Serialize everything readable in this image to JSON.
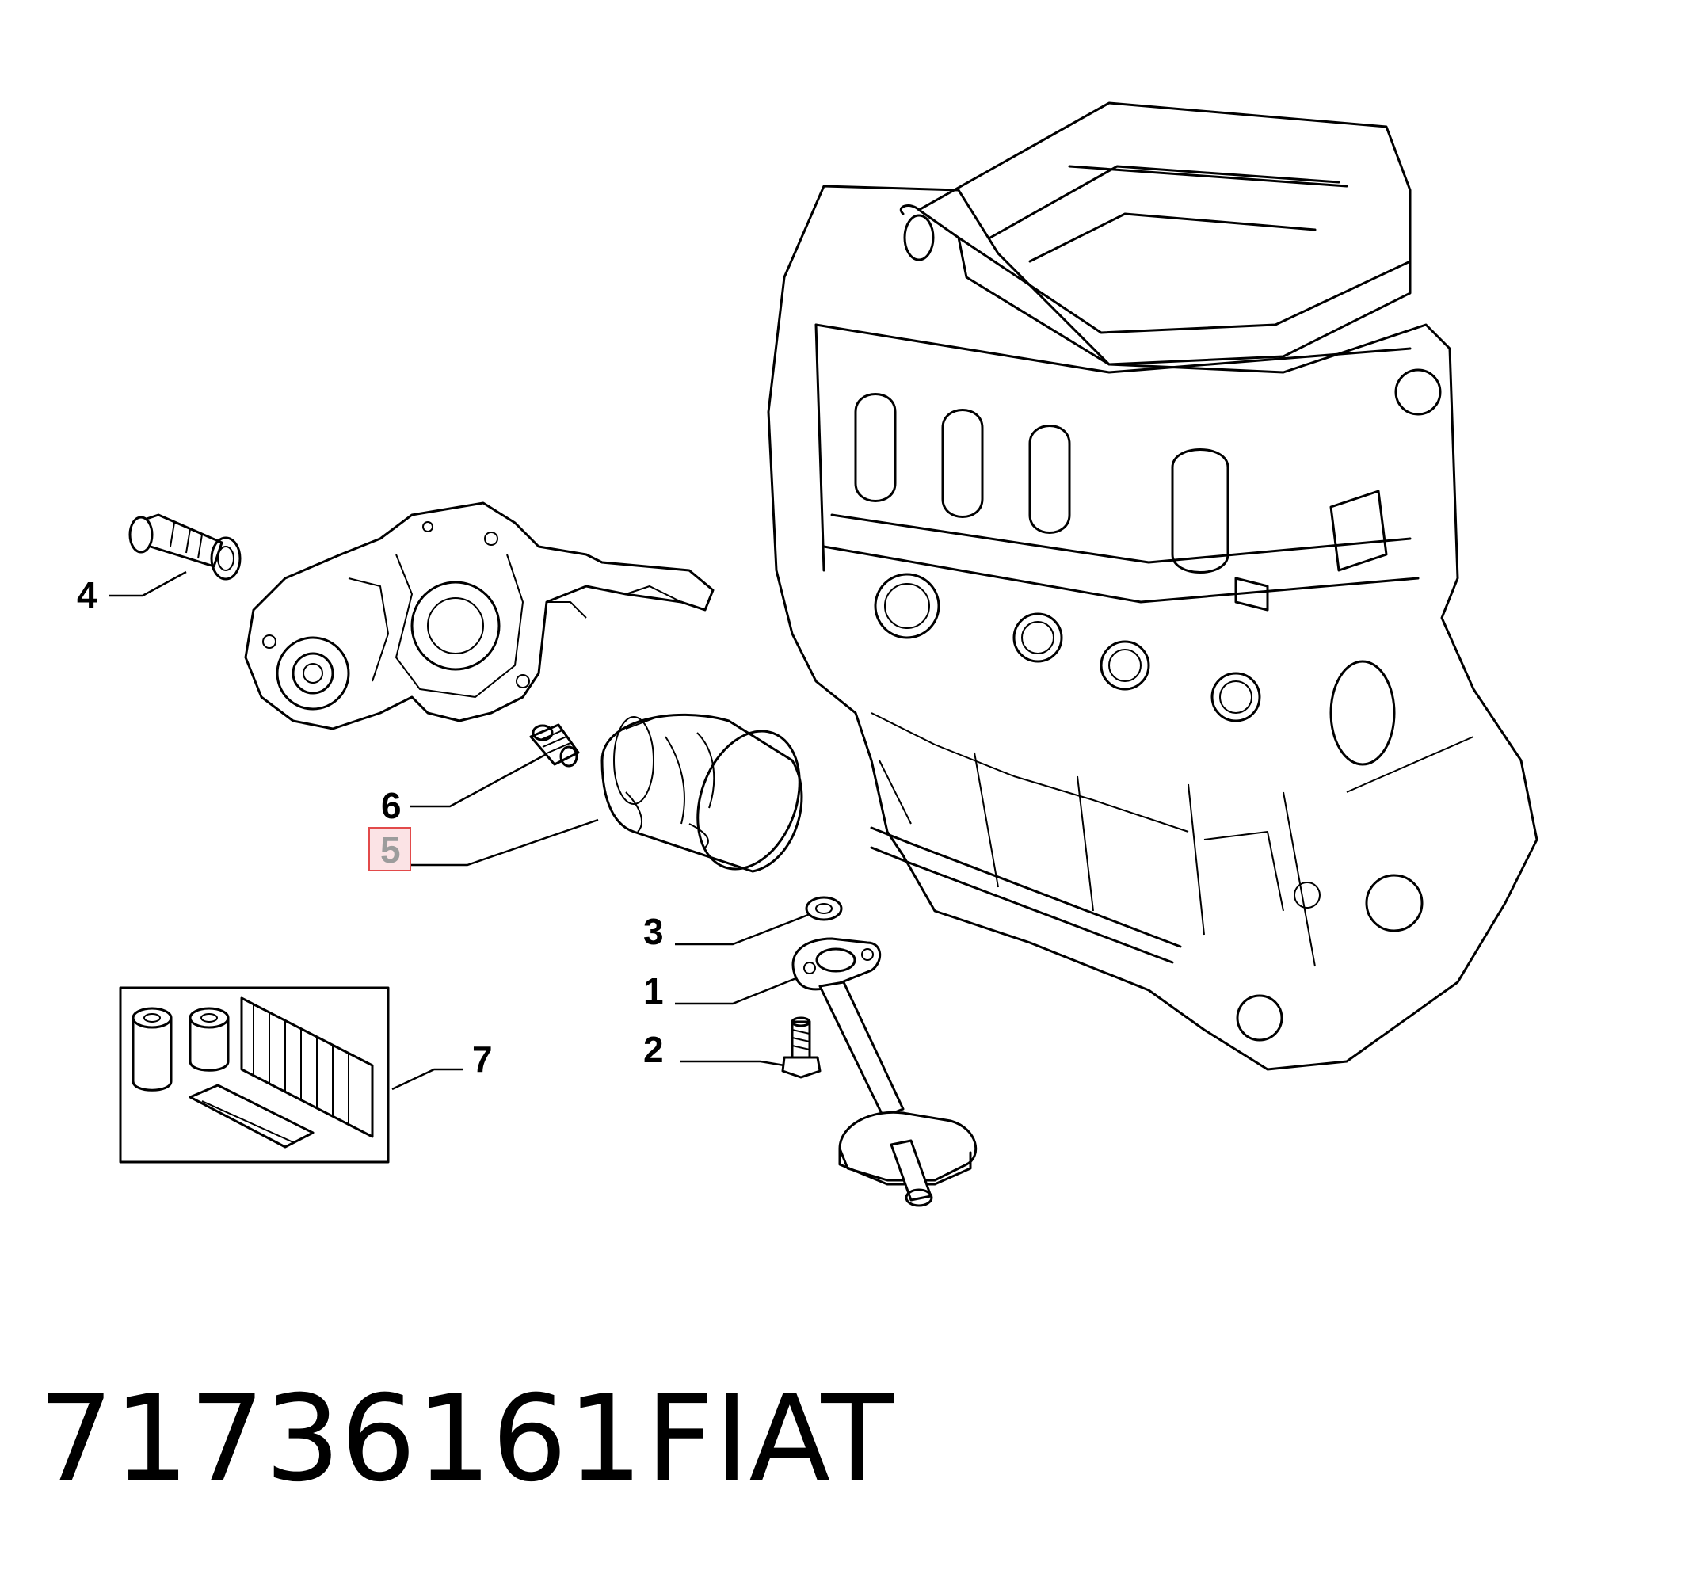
{
  "callouts": [
    {
      "id": "1",
      "label": "1"
    },
    {
      "id": "2",
      "label": "2"
    },
    {
      "id": "3",
      "label": "3"
    },
    {
      "id": "4",
      "label": "4"
    },
    {
      "id": "5",
      "label": "5",
      "highlighted": true
    },
    {
      "id": "6",
      "label": "6"
    },
    {
      "id": "7",
      "label": "7"
    }
  ],
  "footer": {
    "part_number": "71736161",
    "brand": "FIAT"
  },
  "colors": {
    "highlight_border": "#e24a4a",
    "highlight_fill": "#fbe3e5",
    "line": "#000000"
  }
}
